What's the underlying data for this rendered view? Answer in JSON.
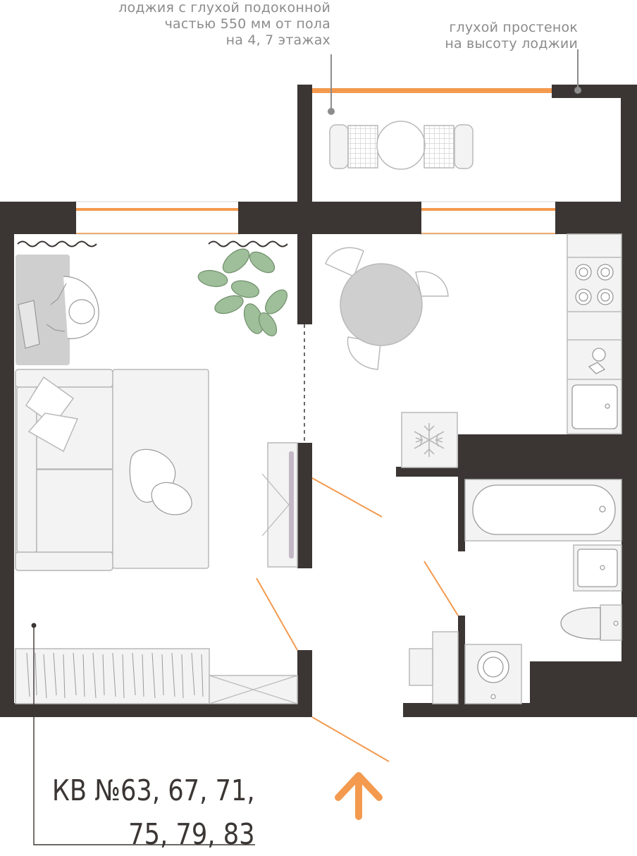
{
  "annotations": {
    "loggia_sill_lines": [
      "лоджия с глухой подоконной",
      "частью 550 мм от пола",
      "на 4, 7 этажах"
    ],
    "blind_wall_lines": [
      "глухой простенок",
      "на высоту лоджии"
    ]
  },
  "apartment": {
    "label_lines": [
      "КВ №63, 67, 71,",
      "75, 79, 83"
    ]
  },
  "icons": {
    "entrance": "up-arrow-icon",
    "freezer": "snowflake-icon",
    "plant": "plant-icon"
  },
  "colors": {
    "wall": "#3b3634",
    "window": "#f39a4f",
    "furniture_stroke": "#b9b9b9",
    "furniture_fill": "#f3f3f3",
    "annotation_text": "#8c8c8c"
  }
}
